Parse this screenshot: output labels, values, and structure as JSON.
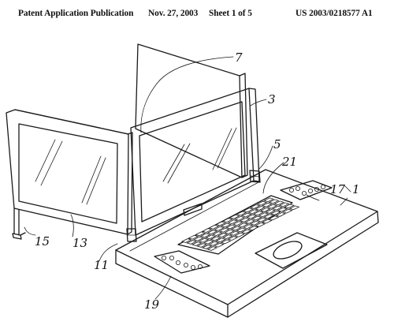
{
  "header": {
    "publication": "Patent Application Publication",
    "date": "Nov. 27, 2003",
    "sheet": "Sheet 1 of 5",
    "number": "US 2003/0218577 A1"
  },
  "figure": {
    "reference_numerals": [
      "7",
      "3",
      "5",
      "21",
      "17",
      "1",
      "15",
      "13",
      "11",
      "19"
    ]
  }
}
